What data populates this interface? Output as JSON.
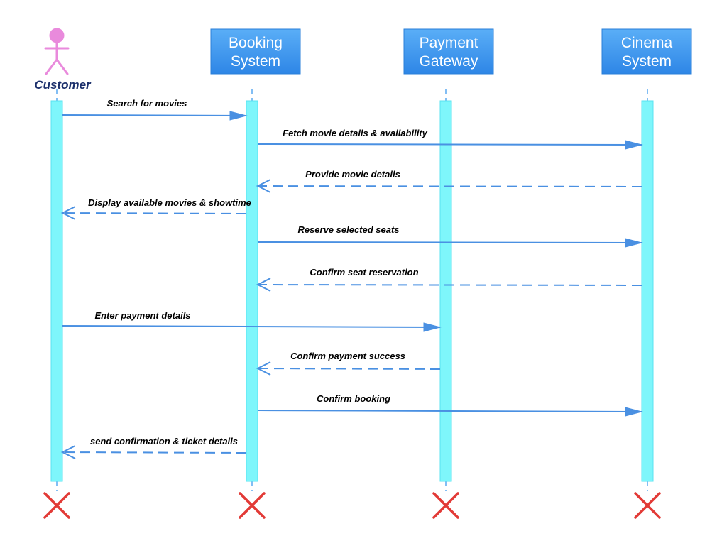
{
  "colors": {
    "actor": "#E98ADC",
    "actor_label": "#1B2F6B",
    "participant_fill_top": "#5AAEF7",
    "participant_fill_bottom": "#2E86E6",
    "participant_text": "#FFFFFF",
    "lifeline": "#5AA8F0",
    "activation": "#7EF6FB",
    "activation_edge": "#58E3F0",
    "arrow": "#4A90E2",
    "message_text": "#000000",
    "destroy": "#E23A36"
  },
  "actor": {
    "label": "Customer",
    "icon": "stick-figure-icon"
  },
  "participants": [
    {
      "id": "booking",
      "line1": "Booking",
      "line2": "System"
    },
    {
      "id": "payment",
      "line1": "Payment",
      "line2": "Gateway"
    },
    {
      "id": "cinema",
      "line1": "Cinema",
      "line2": "System"
    }
  ],
  "messages": [
    {
      "from": "customer",
      "to": "booking",
      "kind": "sync",
      "label": "Search for movies"
    },
    {
      "from": "booking",
      "to": "cinema",
      "kind": "sync",
      "label": "Fetch movie details & availability"
    },
    {
      "from": "cinema",
      "to": "booking",
      "kind": "reply",
      "label": "Provide movie details"
    },
    {
      "from": "booking",
      "to": "customer",
      "kind": "reply",
      "label": "Display available movies & showtime"
    },
    {
      "from": "booking",
      "to": "cinema",
      "kind": "sync",
      "label": "Reserve selected seats"
    },
    {
      "from": "cinema",
      "to": "booking",
      "kind": "reply",
      "label": "Confirm seat reservation"
    },
    {
      "from": "customer",
      "to": "payment",
      "kind": "sync",
      "label": "Enter payment details"
    },
    {
      "from": "payment",
      "to": "booking",
      "kind": "reply",
      "label": "Confirm payment success"
    },
    {
      "from": "booking",
      "to": "cinema",
      "kind": "sync",
      "label": "Confirm booking"
    },
    {
      "from": "booking",
      "to": "customer",
      "kind": "reply",
      "label": "send confirmation & ticket details"
    }
  ],
  "destroy_icon": "destroy-x-icon"
}
